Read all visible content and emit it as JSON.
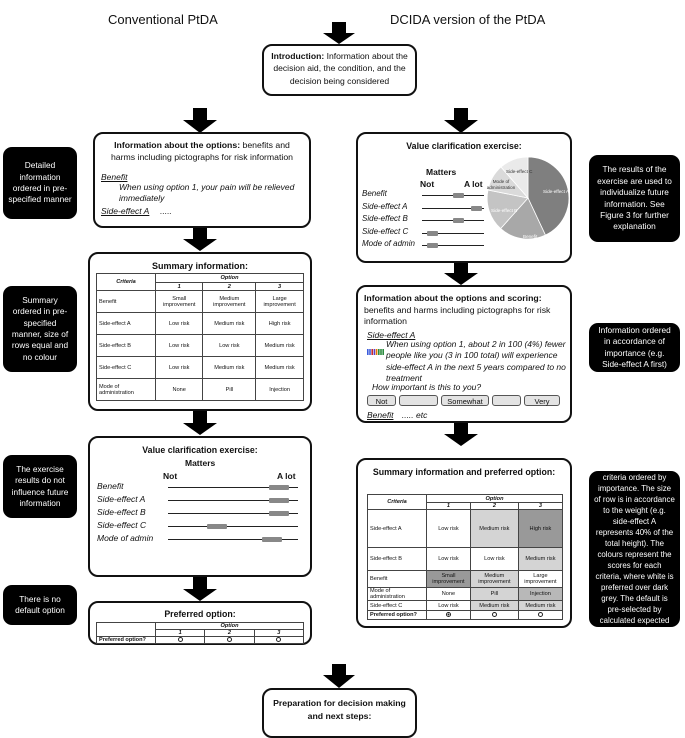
{
  "headers": {
    "left": "Conventional PtDA",
    "right": "DCIDA version of the PtDA"
  },
  "intro": {
    "title": "Introduction:",
    "text": "Information about the decision aid, the condition, and the decision being considered"
  },
  "left_info": {
    "title": "Information about the options:",
    "text": "benefits and harms including pictographs for risk information",
    "benefit_label": "Benefit",
    "benefit_text": "When using option 1, your pain will be relieved immediately",
    "side_label": "Side-effect A",
    "side_text": "....."
  },
  "summary_left": {
    "title": "Summary information:",
    "criteria_header": "Criteria",
    "option_header": "Option",
    "option_numbers": [
      "1",
      "2",
      "3"
    ],
    "rows": [
      {
        "label": "Benefit",
        "cells": [
          "Small improvement",
          "Medium improvement",
          "Large improvement"
        ]
      },
      {
        "label": "Side-effect A",
        "cells": [
          "Low risk",
          "Medium risk",
          "High risk"
        ]
      },
      {
        "label": "Side-effect B",
        "cells": [
          "Low risk",
          "Low risk",
          "Medium risk"
        ]
      },
      {
        "label": "Side-effect C",
        "cells": [
          "Low risk",
          "Medium risk",
          "Medium risk"
        ]
      },
      {
        "label": "Mode of administration",
        "cells": [
          "None",
          "Pill",
          "Injection"
        ]
      }
    ]
  },
  "vc_left": {
    "title": "Value clarification exercise:",
    "matters": "Matters",
    "not": "Not",
    "alot": "A lot",
    "items": [
      "Benefit",
      "Side-effect A",
      "Side-effect B",
      "Side-effect C",
      "Mode of admin"
    ],
    "levels": [
      0.92,
      0.92,
      0.92,
      0.35,
      0.85
    ]
  },
  "preferred_left": {
    "title": "Preferred option:",
    "option_header": "Option",
    "option_numbers": [
      "1",
      "2",
      "3"
    ],
    "row_label": "Preferred option?"
  },
  "vc_right": {
    "title": "Value clarification exercise:",
    "matters": "Matters",
    "not": "Not",
    "alot": "A lot",
    "items": [
      "Benefit",
      "Side-effect A",
      "Side-effect B",
      "Side-effect C",
      "Mode of admin"
    ],
    "levels": [
      0.6,
      0.97,
      0.6,
      0.1,
      0.1
    ],
    "pie_labels": [
      "Side-effect A",
      "Side-effect B",
      "Benefit",
      "Mode of administration",
      "Side-effect C"
    ]
  },
  "right_info": {
    "title": "Information about the options and scoring:",
    "text": "benefits and harms including pictographs for risk information",
    "side_label": "Side-effect A",
    "side_text": "When using option 1, about 2 in 100 (4%) fewer people like you (3 in 100 total) will experience side-effect A in the next 5 years compared to no treatment",
    "question": "How important is this to you?",
    "buttons": [
      "Not",
      "",
      "Somewhat",
      "",
      "Very"
    ],
    "benefit_label": "Benefit",
    "benefit_text": "..... etc"
  },
  "summary_right": {
    "title": "Summary information and preferred option:",
    "criteria_header": "Criteria",
    "option_header": "Option",
    "option_numbers": [
      "1",
      "2",
      "3"
    ],
    "rows": [
      {
        "label": "Side-effect A",
        "cells": [
          "Low risk",
          "Medium risk",
          "High risk"
        ]
      },
      {
        "label": "Side-effect B",
        "cells": [
          "Low risk",
          "Low risk",
          "Medium risk"
        ]
      },
      {
        "label": "Benefit",
        "cells": [
          "Small improvement",
          "Medium improvement",
          "Large improvement"
        ]
      },
      {
        "label": "Mode of administration",
        "cells": [
          "None",
          "Pill",
          "Injection"
        ]
      },
      {
        "label": "Side-effect C",
        "cells": [
          "Low risk",
          "Medium risk",
          "Medium risk"
        ]
      }
    ],
    "preferred_label": "Preferred option?"
  },
  "final": {
    "title": "Preparation for decision making and next steps:"
  },
  "notes": {
    "n1": "Detailed information ordered in pre-specified manner",
    "n2": "Summary ordered in pre-specified manner, size of rows equal and no colour",
    "n3": "The exercise results do not influence future information",
    "n4": "There is no default option",
    "n5": "The results of the exercise are used to individualize future information.  See Figure 3 for further explanation",
    "n6": "Information ordered in accordance of importance (e.g. Side-effect A first)",
    "n7": "The summary shows criteria ordered by importance. The size of row is in accordance to the weight (e.g. side-effect A represents 40% of the total height). The colours represent the scores for each criteria, where white is preferred over dark grey. The default is pre-selected by calculated expected value"
  },
  "colors": {
    "arrow": "#000000",
    "light_grey": "#d4d4d4",
    "mid_grey": "#b8b8b8",
    "dark_grey": "#999999"
  }
}
